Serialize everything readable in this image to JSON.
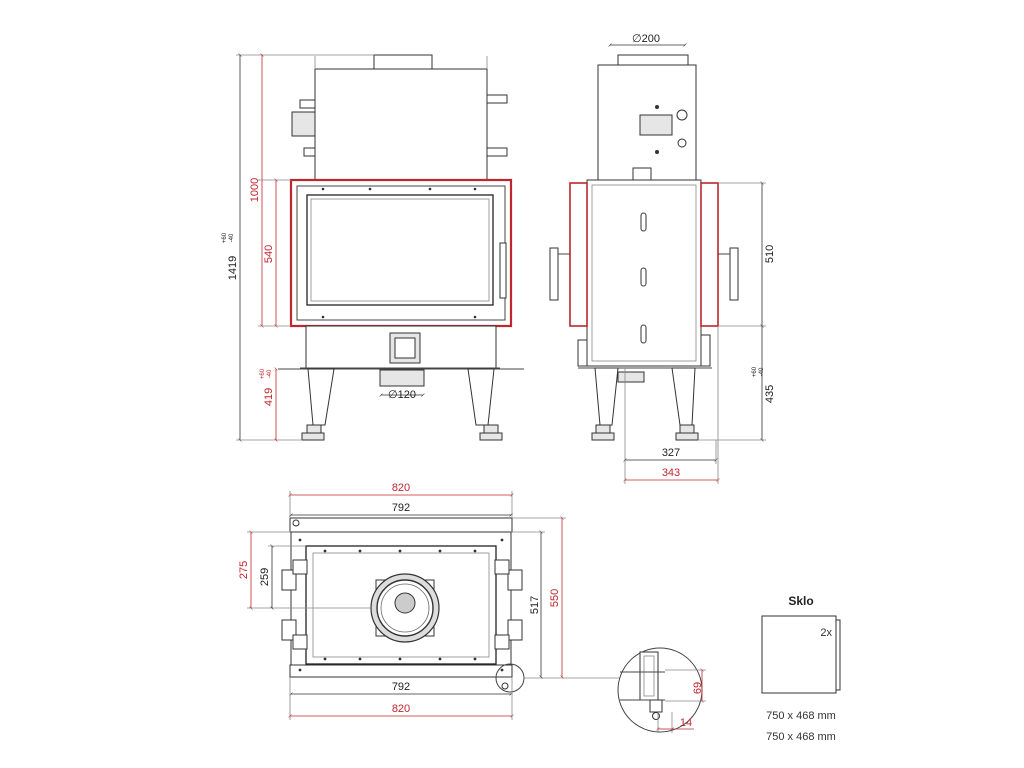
{
  "front_view": {
    "dim_total_height": "1419",
    "dim_total_tol_plus": "+60",
    "dim_total_tol_minus": "-40",
    "dim_body_height": "1000",
    "dim_glass_height": "540",
    "dim_base_height": "419",
    "dim_base_tol_plus": "+60",
    "dim_base_tol_minus": "-40",
    "dim_air_intake": "∅120"
  },
  "side_view": {
    "dim_flue": "∅200",
    "dim_side_height": "510",
    "dim_leg_height": "435",
    "dim_leg_tol_plus": "+60",
    "dim_leg_tol_minus": "-40",
    "dim_depth_inner": "327",
    "dim_depth_outer": "343"
  },
  "top_view": {
    "dim_width_outer_top": "820",
    "dim_width_inner_top": "792",
    "dim_width_inner_bottom": "792",
    "dim_width_outer_bottom": "820",
    "dim_depth_outer_left": "275",
    "dim_depth_inner_left": "259",
    "dim_depth_inner_right": "517",
    "dim_depth_outer_right": "550"
  },
  "detail": {
    "dim_height": "69",
    "dim_width": "14"
  },
  "glass": {
    "title": "Sklo",
    "count": "2x",
    "size_1": "750 x 468 mm",
    "size_2": "750 x 468 mm"
  },
  "colors": {
    "dimension_red": "#c0262d",
    "dimension_black": "#333333",
    "frame_red": "#c0262d"
  }
}
